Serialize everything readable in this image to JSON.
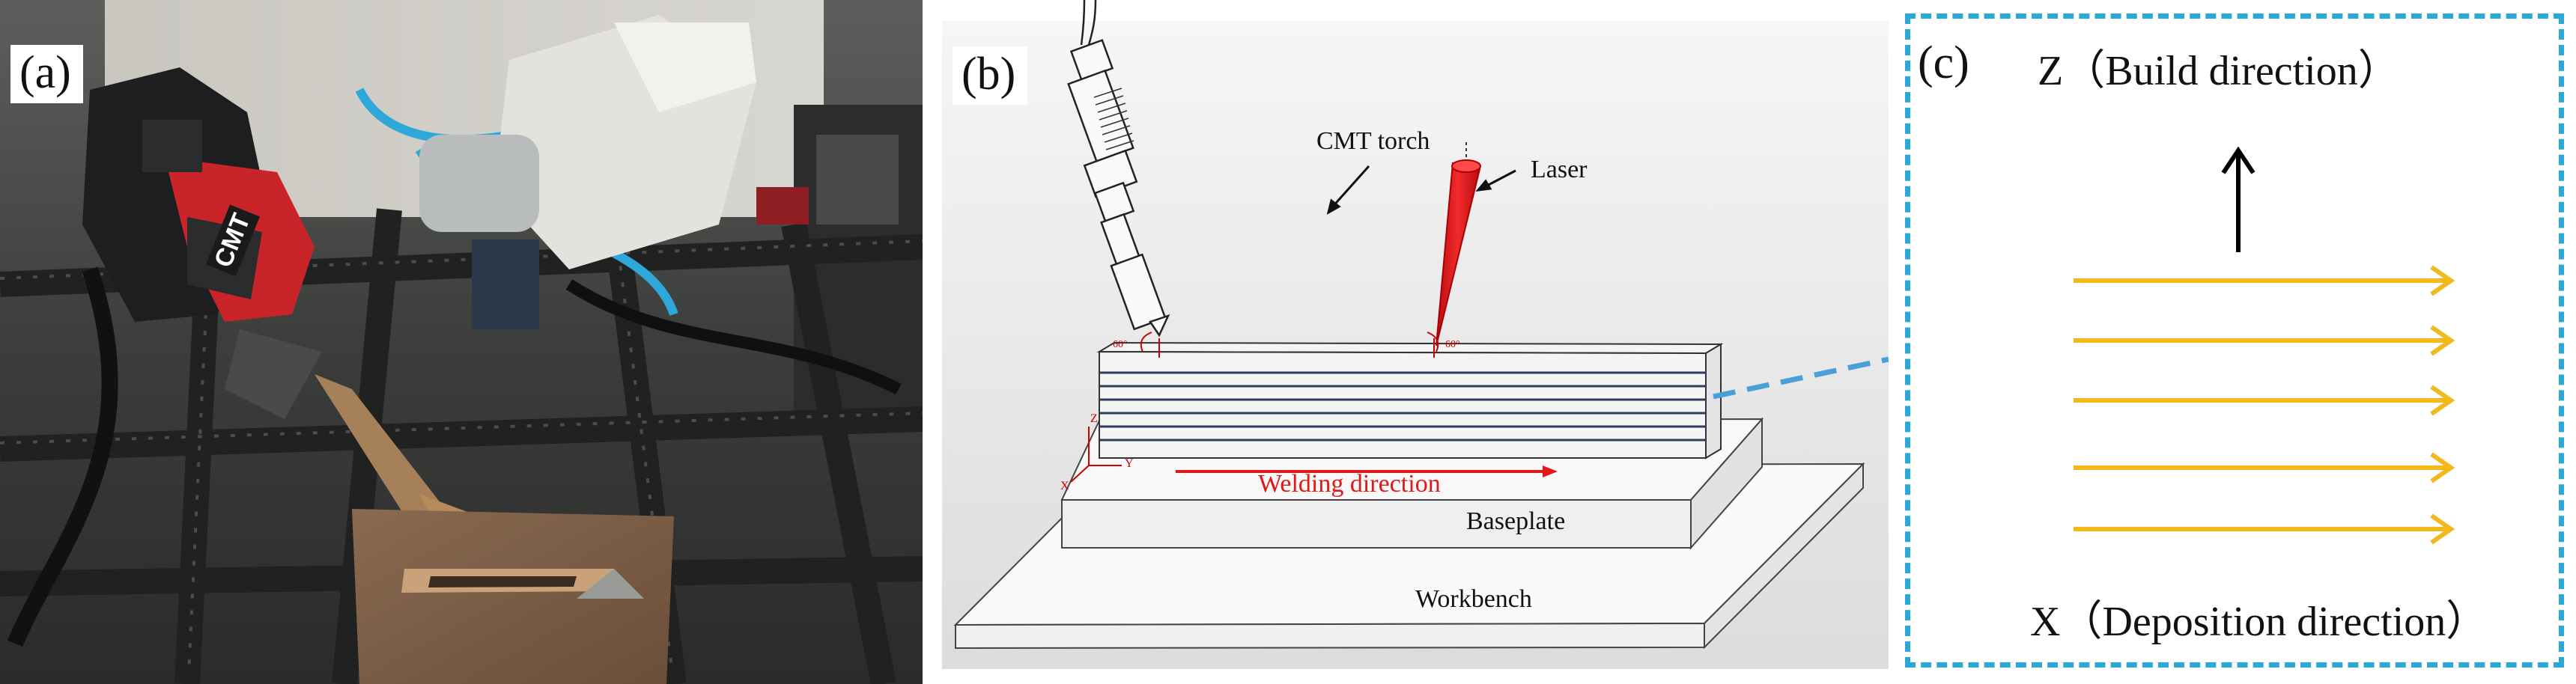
{
  "panels": {
    "a": {
      "label": "(a)",
      "torch_brand": "CMT"
    },
    "b": {
      "label": "(b)",
      "cmt_torch": "CMT torch",
      "laser": "Laser",
      "welding_direction": "Welding direction",
      "baseplate": "Baseplate",
      "workbench": "Workbench",
      "angle_left": "60°",
      "angle_right": "60°",
      "axis_z": "Z",
      "axis_y": "Y",
      "axis_x": "X"
    },
    "c": {
      "label": "(c)",
      "build_direction": "Z（Build direction）",
      "deposition_direction": "X（Deposition direction）"
    }
  },
  "colors": {
    "frame_dashed": "#2aa8d8",
    "arrow_yellow": "#f2b81c",
    "laser_red": "#e8141c",
    "welding_red": "#e01818"
  }
}
